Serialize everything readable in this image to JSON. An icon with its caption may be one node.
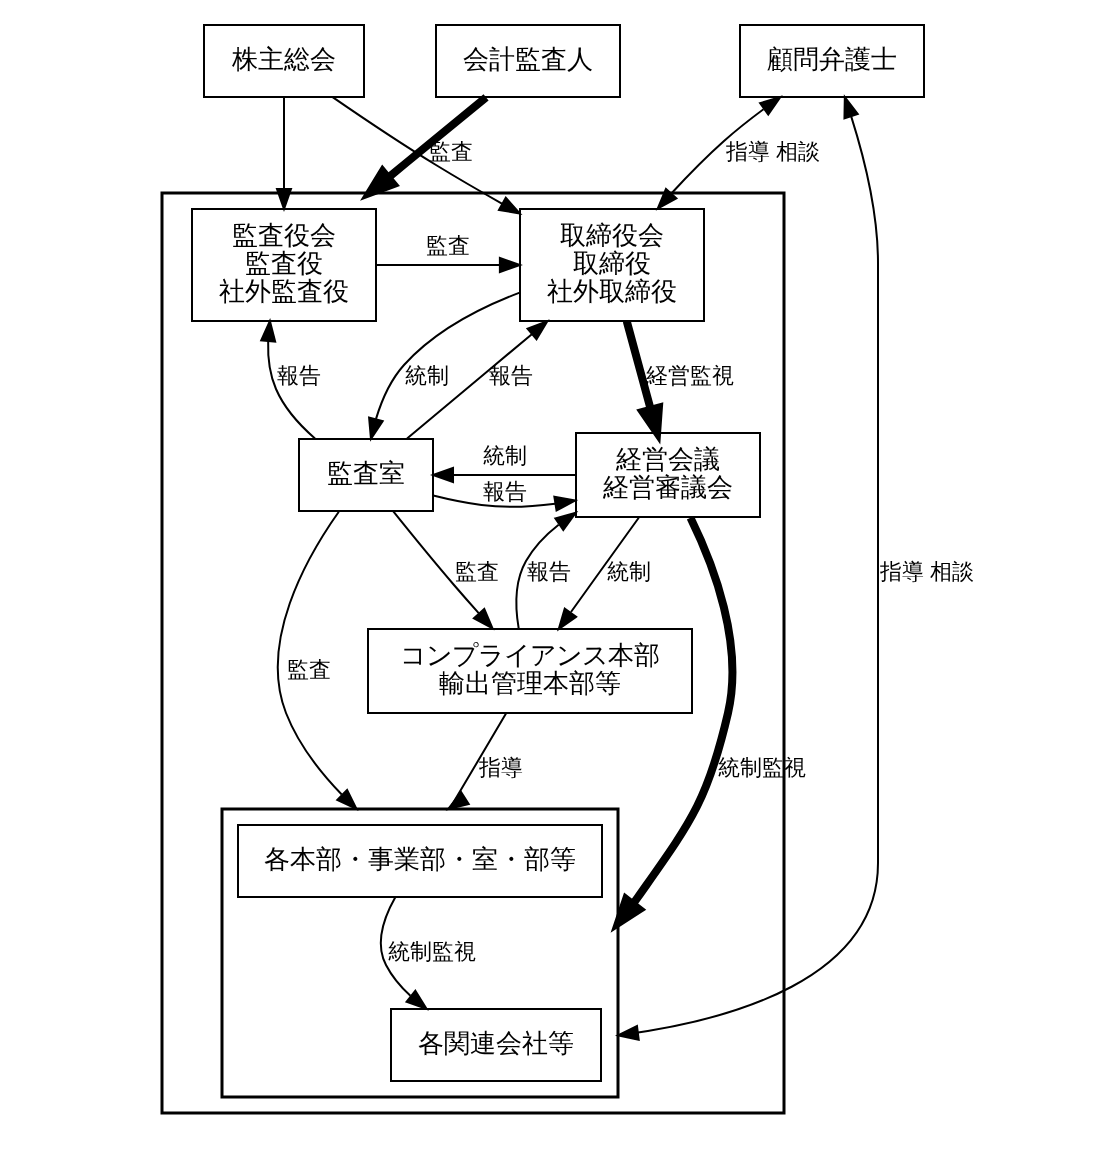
{
  "diagram": {
    "nodes": [
      {
        "text": [
          "株主総会"
        ]
      },
      {
        "text": [
          "会計監査人"
        ]
      },
      {
        "text": [],
        "shape": "box"
      },
      {
        "text": [
          "監査役会",
          "監査役",
          "社外監査役"
        ],
        "in": 2
      },
      {
        "text": [
          "取締役会",
          "取締役",
          "社外取締役"
        ],
        "in": 2
      },
      {
        "text": [
          "監査室"
        ],
        "in": 2
      },
      {
        "text": [
          "経営会議",
          "経営審議会"
        ],
        "in": 2
      },
      {
        "text": [
          "コンプライアンス本部",
          "輸出管理本部等"
        ],
        "in": 2
      },
      {
        "text": [],
        "shape": "box",
        "in": 2
      },
      {
        "text": [
          "各本部・事業部・室・部等"
        ],
        "in": 8
      },
      {
        "text": [
          "各関連会社等"
        ],
        "in": 8
      },
      {
        "text": [
          "顧問弁護士"
        ]
      }
    ],
    "edges": [
      {
        "from": 0,
        "to": 3,
        "arrow": "to"
      },
      {
        "from": 0,
        "to": 4,
        "arrow": "to"
      },
      {
        "from": 1,
        "to": 2,
        "arrow": "to",
        "label": "監査",
        "style": "thick"
      },
      {
        "from": 3,
        "to": 4,
        "arrow": "to",
        "label": "監査"
      },
      {
        "from": 5,
        "to": 3,
        "arrow": "to",
        "label": "報告"
      },
      {
        "from": 4,
        "to": 5,
        "arrow": "to",
        "label": "統制"
      },
      {
        "from": 5,
        "to": 4,
        "arrow": "to",
        "label": "報告"
      },
      {
        "from": 4,
        "to": 6,
        "arrow": "to",
        "label": "経営監視",
        "style": "thick"
      },
      {
        "from": 6,
        "to": 5,
        "arrow": "to",
        "label": "統制"
      },
      {
        "from": 5,
        "to": 6,
        "arrow": "to",
        "label": "報告"
      },
      {
        "from": 6,
        "to": 7,
        "arrow": "to",
        "label": "統制"
      },
      {
        "from": 7,
        "to": 6,
        "arrow": "to",
        "label": "報告"
      },
      {
        "from": 5,
        "to": 7,
        "arrow": "to",
        "label": "監査"
      },
      {
        "from": 5,
        "to": 8,
        "arrow": "to",
        "label": "監査"
      },
      {
        "from": 6,
        "to": 8,
        "arrow": "to",
        "label": "統制監視",
        "style": "thick"
      },
      {
        "from": 7,
        "to": 8,
        "arrow": "to",
        "label": "指導"
      },
      {
        "from": 9,
        "to": 10,
        "arrow": "to",
        "label": "統制監視"
      },
      {
        "from": 11,
        "to": 4,
        "arrow": "both",
        "label": "指導 相談"
      },
      {
        "from": 11,
        "to": 8,
        "arrow": "both",
        "label": "指導 相談"
      }
    ]
  }
}
